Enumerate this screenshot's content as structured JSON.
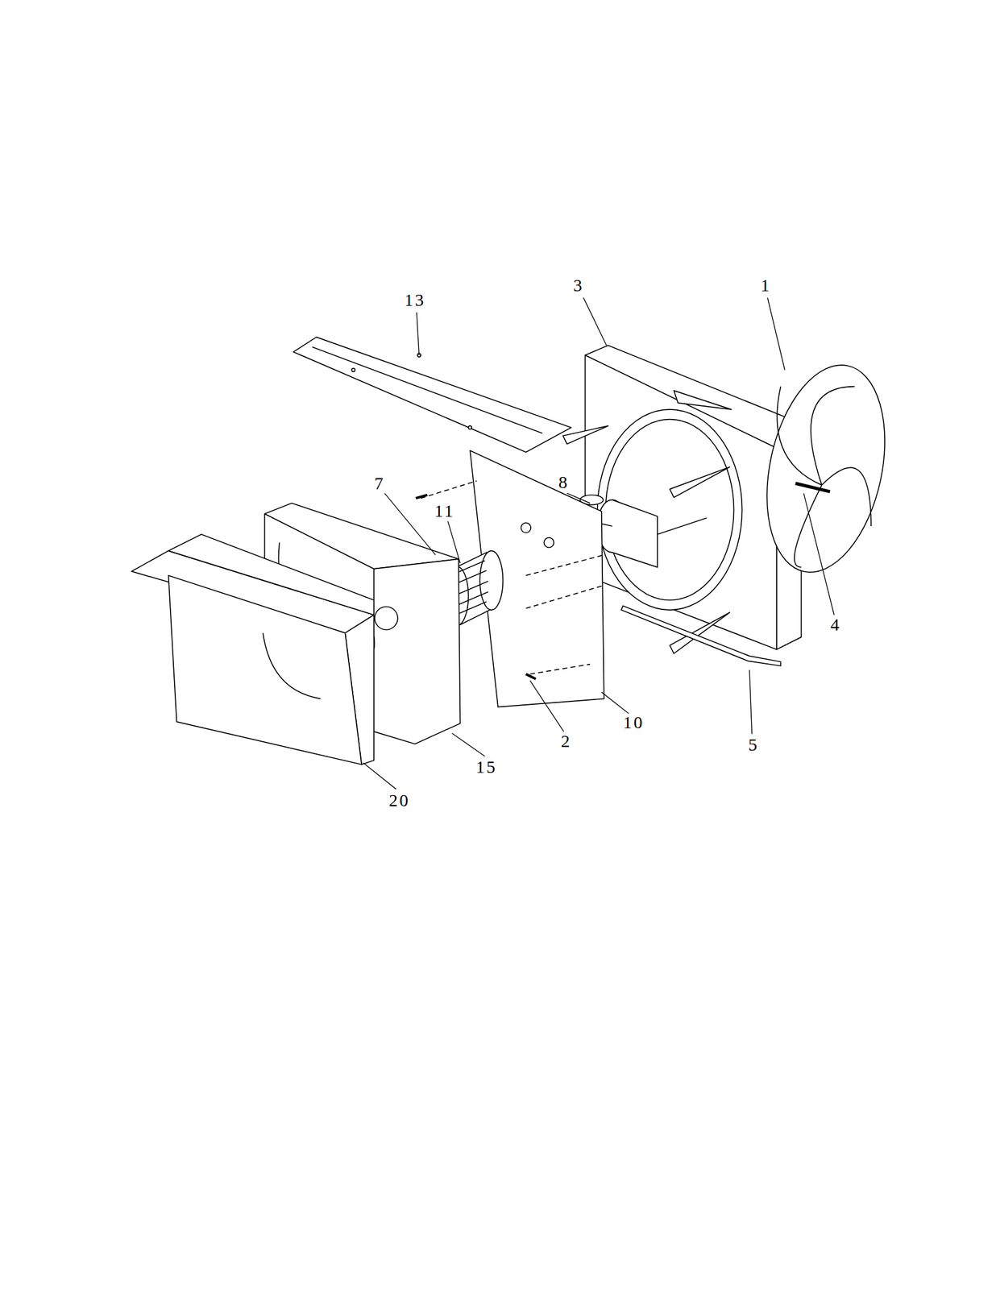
{
  "diagram": {
    "labels": [
      "13",
      "3",
      "1",
      "8",
      "7",
      "11",
      "4",
      "10",
      "2",
      "5",
      "15",
      "20"
    ]
  }
}
